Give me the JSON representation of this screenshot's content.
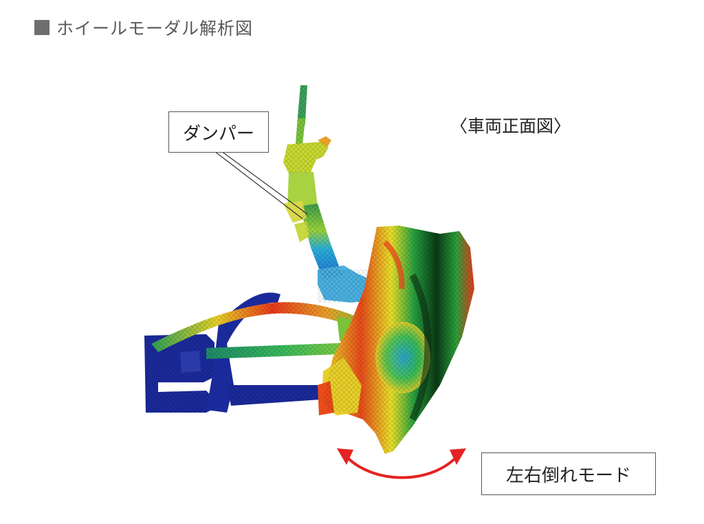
{
  "title": "ホイールモーダル解析図",
  "view_label": "〈車両正面図〉",
  "callouts": {
    "damper": "ダンパー",
    "mode": "左右倒れモード"
  },
  "colors": {
    "arrow": "#e52222",
    "title_marker": "#6e6e6e"
  }
}
